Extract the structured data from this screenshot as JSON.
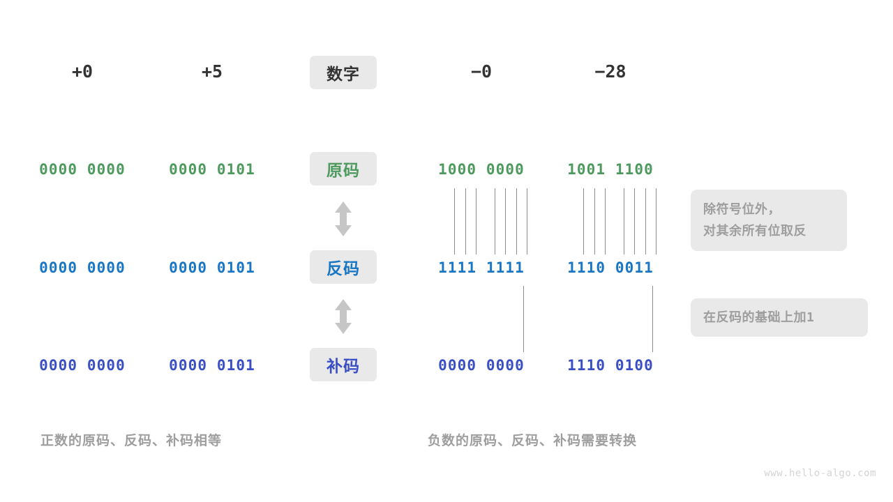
{
  "columns": {
    "headers": [
      {
        "key": "pos_zero",
        "label": "+0"
      },
      {
        "key": "pos_five",
        "label": "+5"
      },
      {
        "key": "title",
        "label": "数字"
      },
      {
        "key": "neg_zero",
        "label": "−0"
      },
      {
        "key": "neg_28",
        "label": "−28"
      }
    ]
  },
  "rows": [
    {
      "key": "sign_magnitude",
      "label": "原码",
      "color": "#4e9a5e",
      "cells": {
        "pos_zero": "0000 0000",
        "pos_five": "0000 0101",
        "neg_zero": "1000 0000",
        "neg_28": "1001 1100"
      }
    },
    {
      "key": "ones_complement",
      "label": "反码",
      "color": "#1976c4",
      "cells": {
        "pos_zero": "0000 0000",
        "pos_five": "0000 0101",
        "neg_zero": "1111 1111",
        "neg_28": "1110 0011"
      }
    },
    {
      "key": "twos_complement",
      "label": "补码",
      "color": "#3a4fc4",
      "cells": {
        "pos_zero": "0000 0000",
        "pos_five": "0000 0101",
        "neg_zero": "0000 0000",
        "neg_28": "1110 0100"
      }
    }
  ],
  "arrows": {
    "icon": "up-down-arrow-icon",
    "color": "#c6c6c6",
    "count": 2
  },
  "notes": [
    {
      "key": "invert_note",
      "lines": [
        "除符号位外，",
        "对其余所有位取反"
      ]
    },
    {
      "key": "add_one_note",
      "text_before": "在反码的基础上加",
      "mono_value": "1"
    }
  ],
  "captions": {
    "left": "正数的原码、反码、补码相等",
    "right": "负数的原码、反码、补码需要转换"
  },
  "watermark": "www.hello-algo.com",
  "theme": {
    "background": "#ffffff",
    "pill_background": "#e9e9e9",
    "note_background": "#e9e9e9",
    "note_text": "#9e9e9e",
    "header_text": "#333333",
    "line_color": "#8c8c8c",
    "watermark_color": "#d4d4d4"
  }
}
